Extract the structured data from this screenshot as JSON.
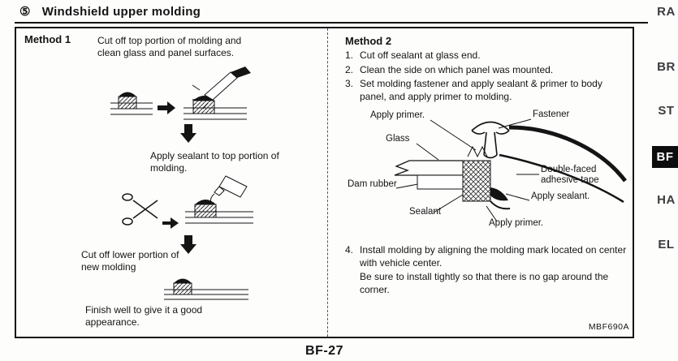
{
  "page": {
    "section_marker": "⑤",
    "title": "Windshield upper molding",
    "page_number": "BF-27",
    "figure_code": "MBF690A"
  },
  "side_tabs": {
    "items": [
      {
        "label": "RA",
        "active": false
      },
      {
        "label": "BR",
        "active": false
      },
      {
        "label": "ST",
        "active": false
      },
      {
        "label": "BF",
        "active": true
      },
      {
        "label": "HA",
        "active": false
      },
      {
        "label": "EL",
        "active": false
      }
    ]
  },
  "method1": {
    "title": "Method 1",
    "step1": "Cut off top portion of molding and clean glass and panel surfaces.",
    "step2": "Apply sealant to top portion of molding.",
    "step3": "Cut off lower portion of new molding",
    "step4": "Finish well to give it a good appearance."
  },
  "method2": {
    "title": "Method 2",
    "steps": [
      {
        "num": "1.",
        "text": "Cut off sealant at glass end."
      },
      {
        "num": "2.",
        "text": "Clean the side on which panel was mounted."
      },
      {
        "num": "3.",
        "text": "Set molding fastener and apply sealant & primer to body panel, and apply primer to molding."
      },
      {
        "num": "4.",
        "text": "Install molding by aligning the molding mark located on center with vehicle center.",
        "note": "Be sure to install tightly so that there is no gap around the corner."
      }
    ],
    "labels": {
      "apply_primer_top": "Apply primer.",
      "fastener": "Fastener",
      "glass": "Glass",
      "double_faced_tape": "Double-faced adhesive tape",
      "dam_rubber": "Dam rubber",
      "apply_sealant": "Apply sealant.",
      "sealant": "Sealant",
      "apply_primer_bottom": "Apply primer."
    }
  }
}
